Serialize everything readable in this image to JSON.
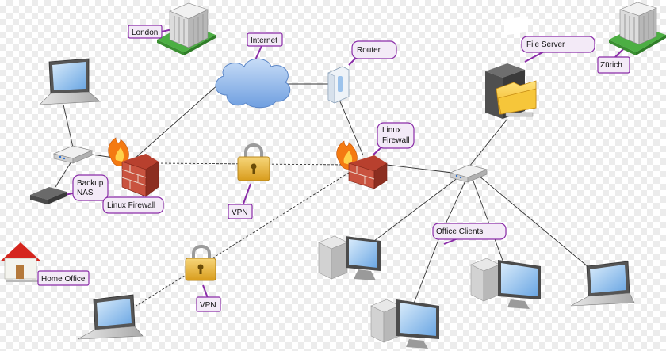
{
  "labels": {
    "london": "London",
    "internet": "Internet",
    "router": "Router",
    "file_server": "File Server",
    "zurich": "Zürich",
    "linux_firewall_right_1": "Linux",
    "linux_firewall_right_2": "Firewall",
    "backup_nas_1": "Backup",
    "backup_nas_2": "NAS",
    "linux_firewall_left": "Linux Firewall",
    "vpn_top": "VPN",
    "office_clients": "Office Clients",
    "home_office": "Home Office",
    "vpn_bottom": "VPN"
  },
  "colors": {
    "callout_fill": "#f3eaf7",
    "callout_stroke": "#8a2ca8",
    "cloud": "#8fb5e8",
    "brick": "#b8402e",
    "flame": "#f47a12",
    "lock": "#e9b72f",
    "screen": "#7fb3e8"
  }
}
